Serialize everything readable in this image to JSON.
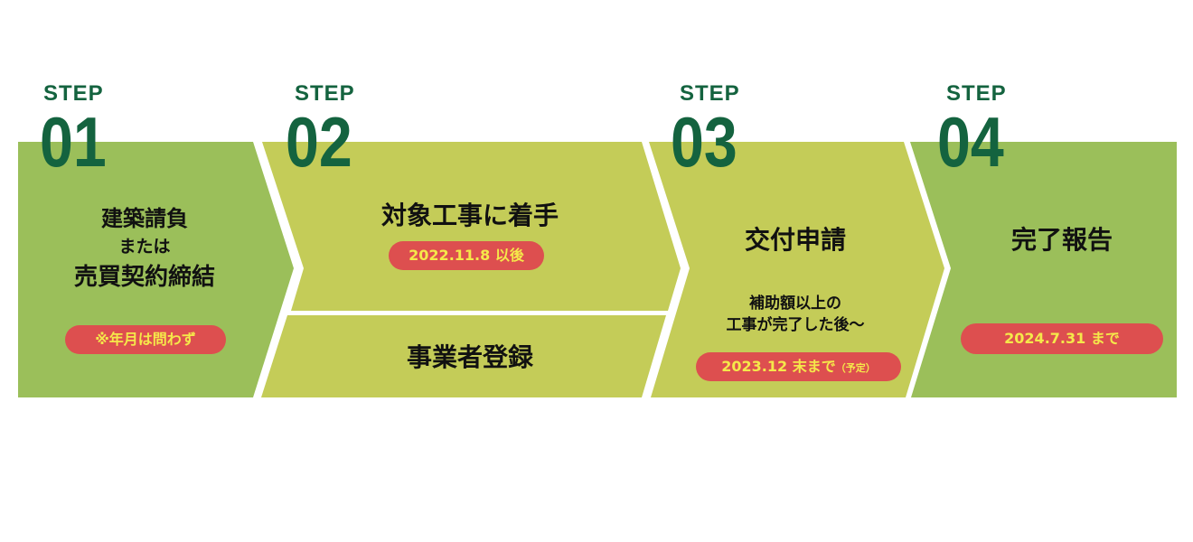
{
  "colors": {
    "dark_green": "#14633f",
    "mid_green": "#9bbf5a",
    "light_green": "#c4cc58",
    "pill": "#dd4f4f",
    "pill_text": "#f5e84a"
  },
  "steps": [
    {
      "label": "STEP",
      "number": "01",
      "title_lines": [
        "建築請負",
        "または",
        "売買契約締結"
      ],
      "note": "※年月は問わず"
    },
    {
      "label": "STEP",
      "number": "02",
      "title": "対象工事に着手",
      "note": "2022.11.8 以後",
      "lower_title": "事業者登録"
    },
    {
      "label": "STEP",
      "number": "03",
      "title": "交付申請",
      "sub_lines": [
        "補助額以上の",
        "工事が完了した後～"
      ],
      "note": "2023.12 末まで",
      "note_suffix": "（予定）"
    },
    {
      "label": "STEP",
      "number": "04",
      "title": "完了報告",
      "note": "2024.7.31 まで"
    }
  ]
}
